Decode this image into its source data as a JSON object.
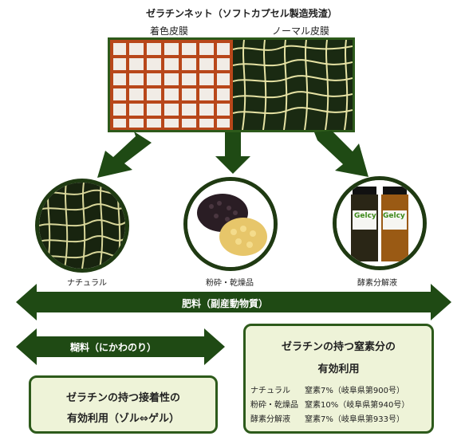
{
  "top": {
    "title": "ゼラチンネット（ソフトカプセル製造残渣）",
    "colored_label": "着色皮膜",
    "normal_label": "ノーマル皮膜"
  },
  "products": [
    {
      "label": "ナチュラル"
    },
    {
      "label": "粉砕・乾燥品"
    },
    {
      "label": "酵素分解液"
    }
  ],
  "jar_brand": "Gelcy",
  "uses": {
    "fertilizer": "肥料（副産動物質）",
    "glue": "糊料（にかわのり）"
  },
  "box_left": {
    "line1": "ゼラチンの持つ接着性の",
    "line2": "有効利用（ゾル⇔ゲル）"
  },
  "box_right": {
    "line1": "ゼラチンの持つ窒素分の",
    "line2": "有効利用",
    "registrations": [
      {
        "name": "ナチュラル",
        "detail": "窒素7%（岐阜県第900号）"
      },
      {
        "name": "粉砕・乾燥品",
        "detail": "窒素10%（岐阜県第940号）"
      },
      {
        "name": "酵素分解液",
        "detail": "窒素7%（岐阜県第933号）"
      }
    ]
  },
  "colors": {
    "dark_green": "#1f4a14",
    "frame_green": "#2d5a1b",
    "box_fill": "#eef3d8",
    "net_orange": "#b8471a",
    "net_cream": "#e7e3a4"
  }
}
